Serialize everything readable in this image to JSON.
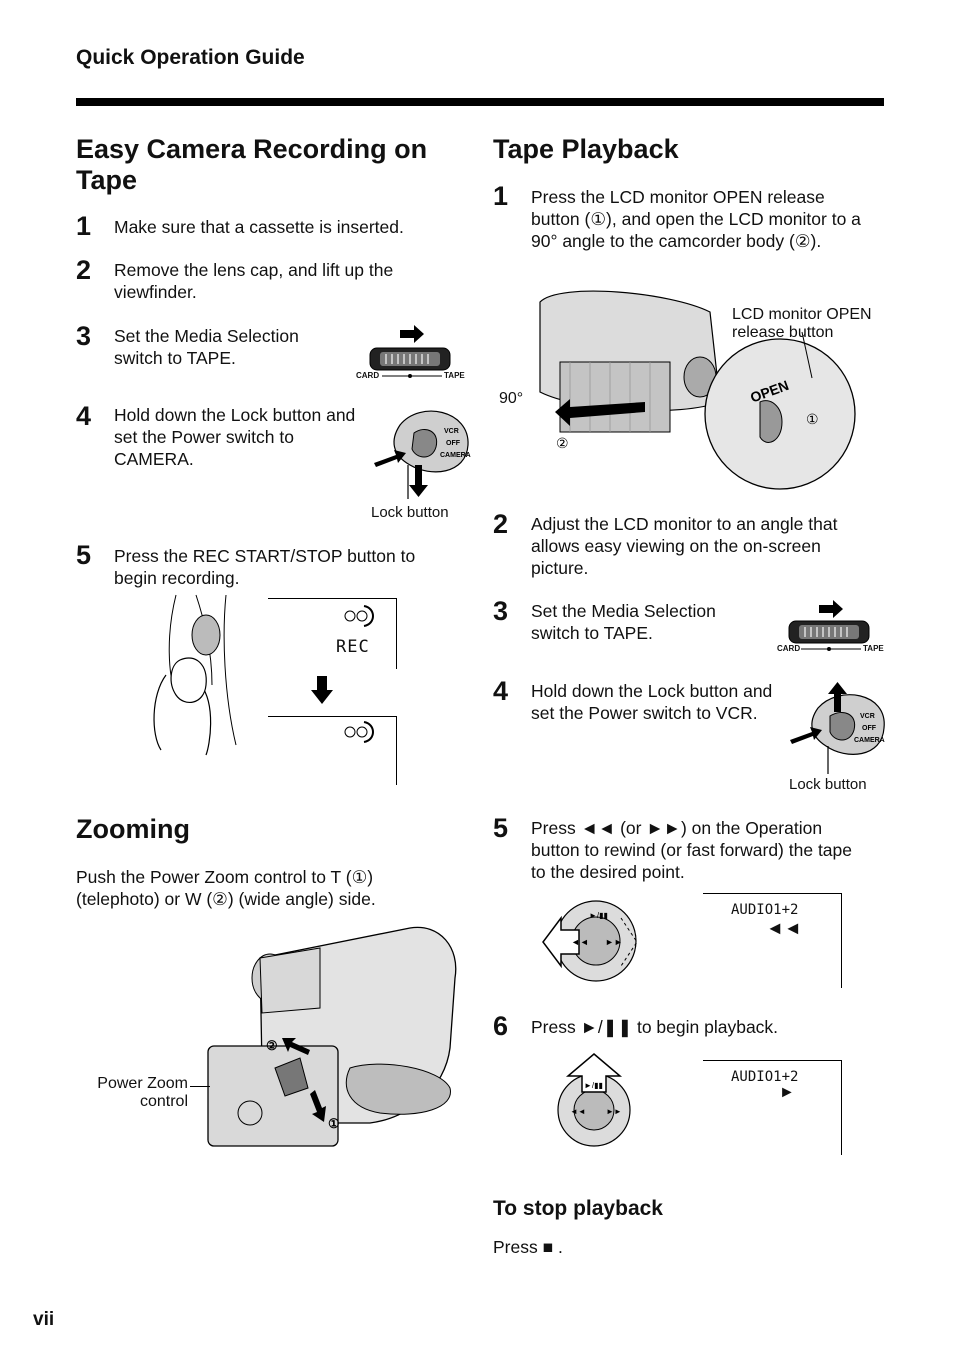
{
  "header": {
    "title": "Quick Operation Guide",
    "page_number": "vii"
  },
  "left": {
    "section_title": "Easy Camera Recording on Tape",
    "steps": [
      {
        "num": "1",
        "text": "Make sure that a cassette is inserted."
      },
      {
        "num": "2",
        "text": "Remove the lens cap, and lift up the viewfinder."
      },
      {
        "num": "3",
        "text": "Set the Media Selection switch to TAPE."
      },
      {
        "num": "4",
        "text": "Hold down the Lock button and set the Power switch to CAMERA."
      },
      {
        "num": "5",
        "text": "Press the REC START/STOP button to begin recording."
      }
    ],
    "media_switch": {
      "left": "CARD",
      "right": "TAPE"
    },
    "lock_caption": "Lock button",
    "rec_display": "REC",
    "zoom_title": "Zooming",
    "zoom_text": "Push the Power Zoom control to T (①) (telephoto) or W (②) (wide angle) side.",
    "zoom_caption": [
      "Power Zoom",
      "control"
    ]
  },
  "right": {
    "section_title": "Tape Playback",
    "steps": [
      {
        "num": "1",
        "text": "Press the LCD monitor OPEN release button (①), and open the LCD monitor to a 90° angle to the camcorder body (②)."
      },
      {
        "num": "2",
        "text": "Adjust the LCD monitor to an angle that allows easy viewing on the on-screen picture."
      },
      {
        "num": "3",
        "text": "Set the Media Selection switch to TAPE."
      },
      {
        "num": "4",
        "text": "Hold down the Lock button and set the Power switch to VCR."
      },
      {
        "num": "5",
        "text": "Press ◄◄ (or ►►) on the Operation button to rewind (or fast forward) the tape to the desired point."
      },
      {
        "num": "6",
        "text": "Press ►/❚❚ to begin playback."
      }
    ],
    "lcd_caption": [
      "LCD monitor OPEN",
      "release button"
    ],
    "angle_label": "90°",
    "media_switch": {
      "left": "CARD",
      "right": "TAPE"
    },
    "lock_caption": "Lock button",
    "audio_label": "AUDIO1+2",
    "stop_title": "To stop playback",
    "stop_text": "Press ■ ."
  }
}
